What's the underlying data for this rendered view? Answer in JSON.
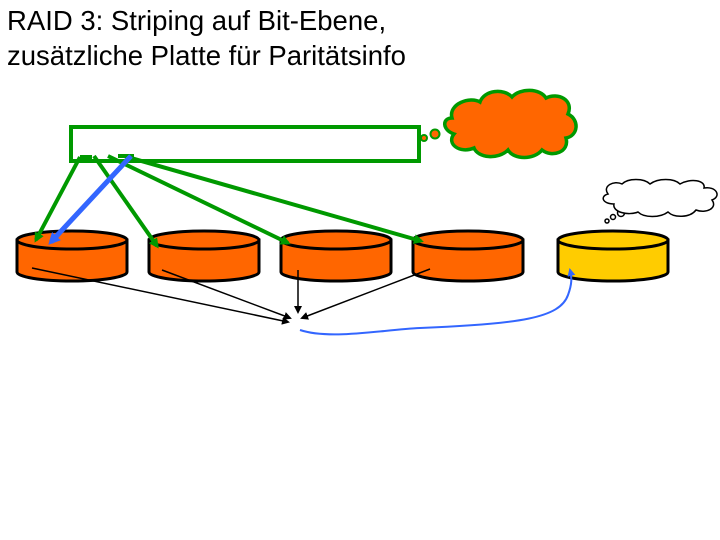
{
  "title": {
    "line1": "RAID 3: Striping auf Bit-Ebene,",
    "line2": "zusätzliche Platte für Paritätsinfo"
  },
  "colors": {
    "data_disk": "#ff6600",
    "parity_disk": "#ffcc00",
    "write_arrows": "#009900",
    "highlight_arrow": "#3366ff",
    "parity_link": "#3366ff",
    "parity_inputs": "#000000",
    "cloud_active": "#ff6600",
    "cloud_thought": "#ffffff"
  },
  "disks": [
    {
      "role": "data",
      "icon": "disk-icon"
    },
    {
      "role": "data",
      "icon": "disk-icon"
    },
    {
      "role": "data",
      "icon": "disk-icon"
    },
    {
      "role": "data",
      "icon": "disk-icon"
    },
    {
      "role": "parity",
      "icon": "disk-icon"
    }
  ]
}
